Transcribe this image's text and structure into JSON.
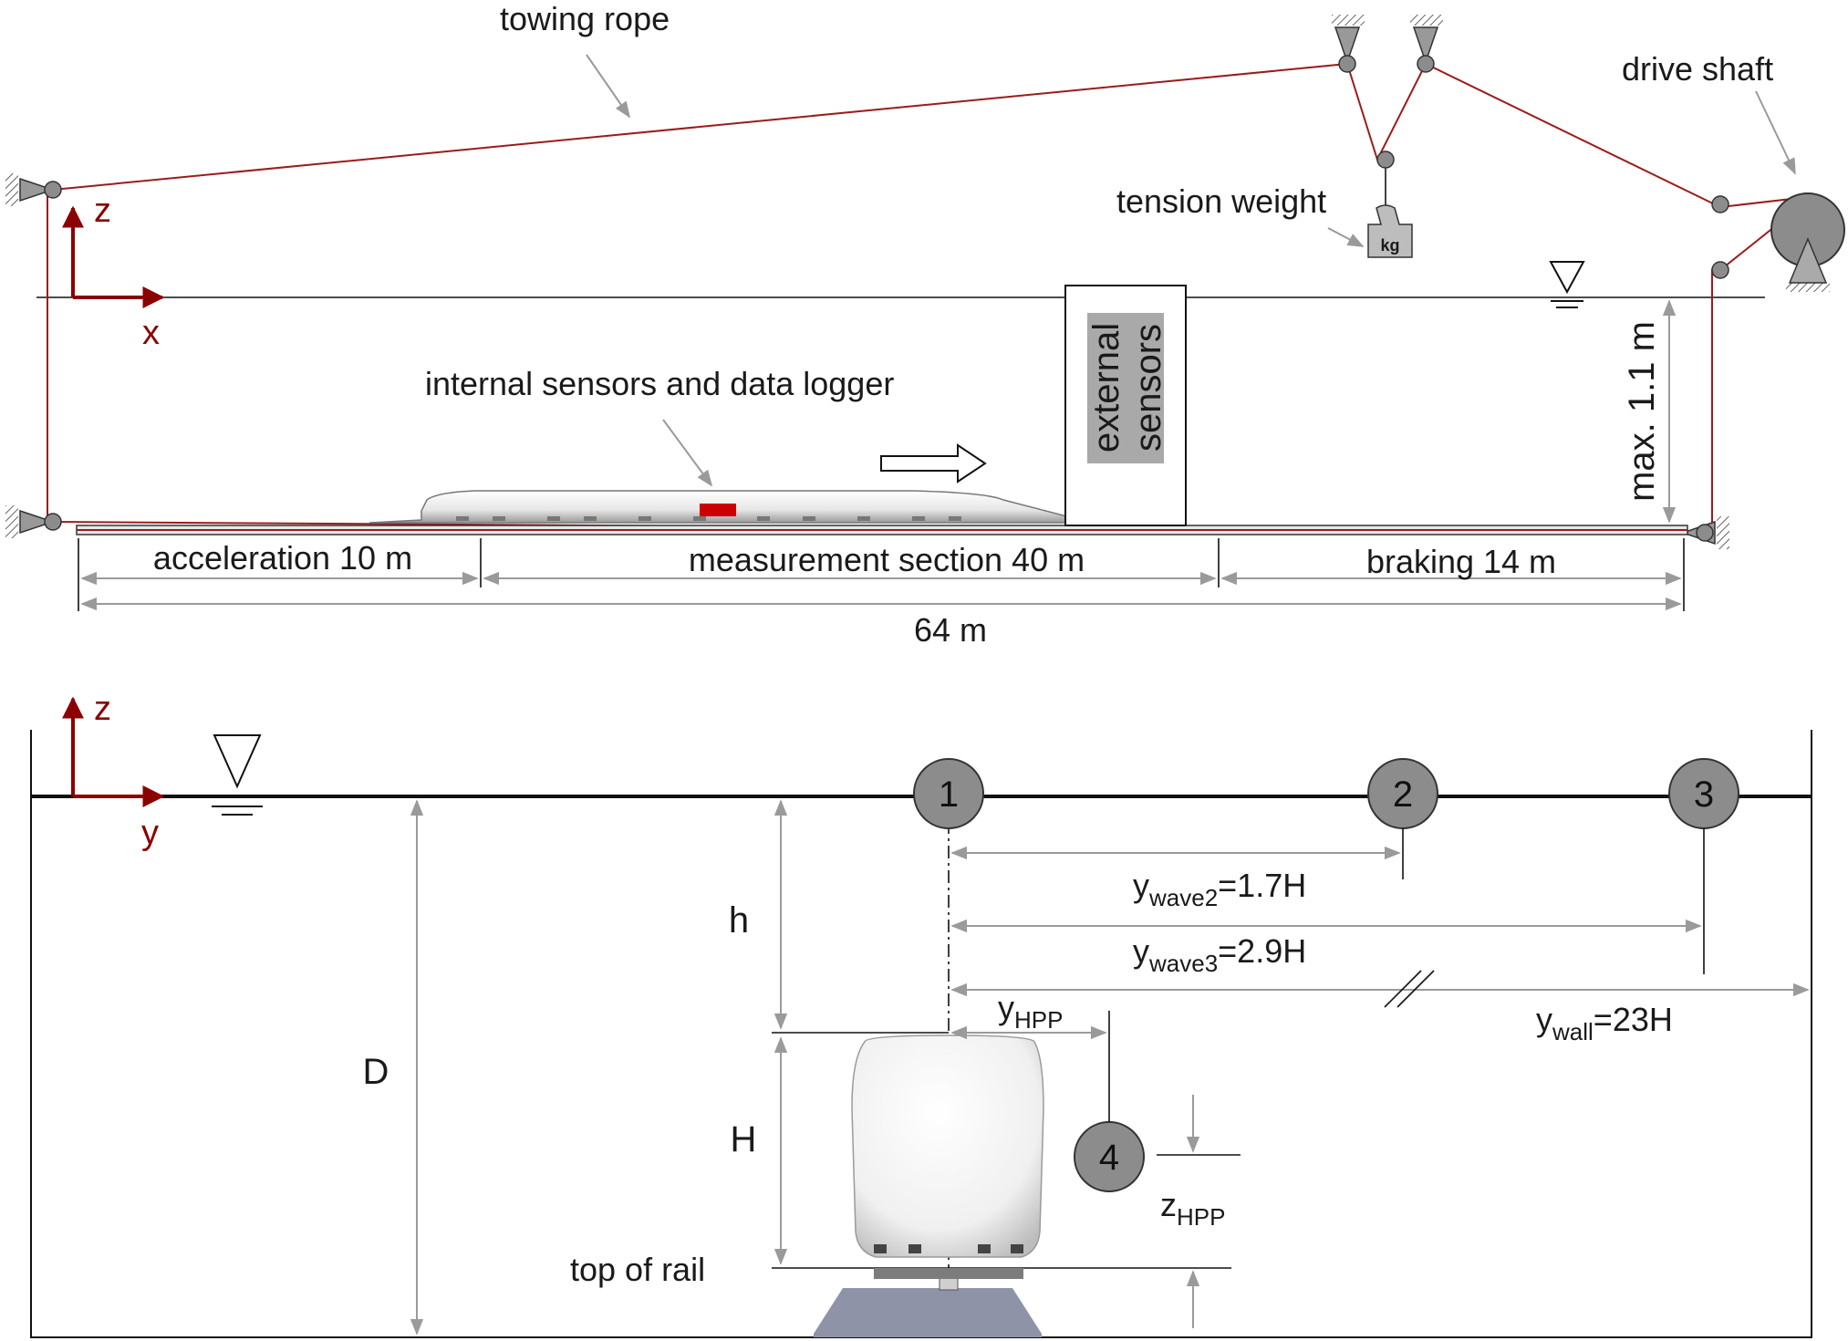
{
  "top_view": {
    "towing_rope": "towing rope",
    "drive_shaft": "drive shaft",
    "tension_weight": "tension weight",
    "weight_unit": "kg",
    "axis_z": "z",
    "axis_x": "x",
    "internal_sensors": "internal sensors and data logger",
    "external_sensors_line1": "external",
    "external_sensors_line2": "sensors",
    "max_depth": "max. 1.1 m",
    "acceleration": "acceleration 10 m",
    "measurement": "measurement section 40 m",
    "braking": "braking 14 m",
    "total": "64 m"
  },
  "cross_section": {
    "axis_z": "z",
    "axis_y": "y",
    "gauge_1": "1",
    "gauge_2": "2",
    "gauge_3": "3",
    "gauge_4": "4",
    "h": "h",
    "H": "H",
    "D": "D",
    "y_wave2_main": "y",
    "y_wave2_sub": "wave2",
    "y_wave2_val": "=1.7H",
    "y_wave3_main": "y",
    "y_wave3_sub": "wave3",
    "y_wave3_val": "=2.9H",
    "y_wall_main": "y",
    "y_wall_sub": "wall",
    "y_wall_val": "=23H",
    "y_hpp_main": "y",
    "y_hpp_sub": "HPP",
    "z_hpp_main": "z",
    "z_hpp_sub": "HPP",
    "top_of_rail": "top of rail"
  },
  "colors": {
    "rope": "#9b1c1c",
    "axis": "#8b0000",
    "logger": "#cc0000",
    "gauge_fill": "#8c8c8c",
    "sensor_box": "#a9a9a9",
    "sleeper": "#8f93a8"
  }
}
